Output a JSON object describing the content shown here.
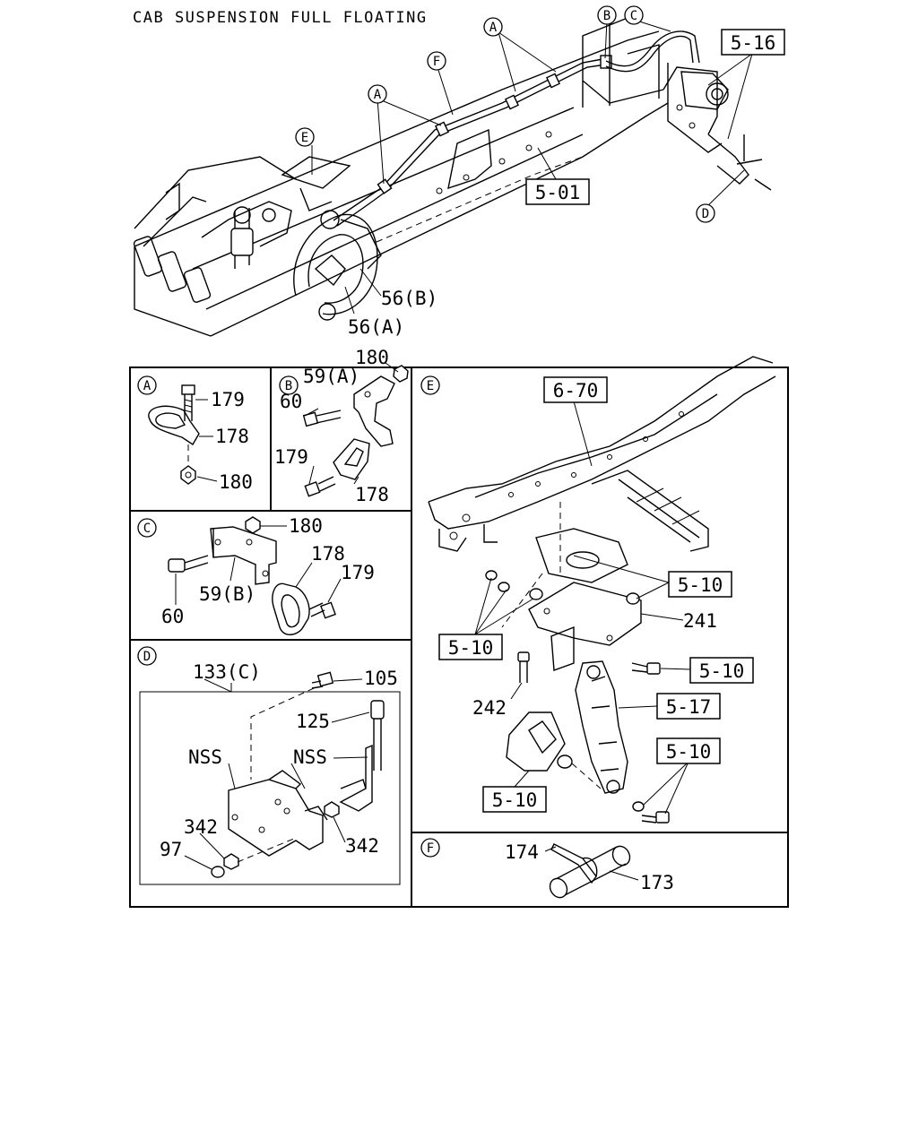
{
  "title": "CAB SUSPENSION FULL FLOATING",
  "main": {
    "callouts": {
      "a1": "A",
      "a2": "A",
      "b": "B",
      "c": "C",
      "d": "D",
      "e": "E",
      "f": "F"
    },
    "refs": {
      "r516": "5-16",
      "r501": "5-01"
    },
    "parts": {
      "p56b": "56(B)",
      "p56a": "56(A)"
    }
  },
  "panels": {
    "a": {
      "tag": "A",
      "p179": "179",
      "p178": "178",
      "p180": "180"
    },
    "b": {
      "tag": "B",
      "p180": "180",
      "p59a": "59(A)",
      "p60": "60",
      "p179": "179",
      "p178": "178"
    },
    "c": {
      "tag": "C",
      "p180": "180",
      "p178": "178",
      "p179": "179",
      "p59b": "59(B)",
      "p60": "60"
    },
    "d": {
      "tag": "D",
      "p133c": "133(C)",
      "p105": "105",
      "p125": "125",
      "nss1": "NSS",
      "nss2": "NSS",
      "p342a": "342",
      "p342b": "342",
      "p97": "97"
    },
    "e": {
      "tag": "E",
      "r670": "6-70",
      "r510a": "5-10",
      "r510b": "5-10",
      "p241": "241",
      "r510c": "5-10",
      "p242": "242",
      "r517": "5-17",
      "r510d": "5-10",
      "r510e": "5-10"
    },
    "f": {
      "tag": "F",
      "p174": "174",
      "p173": "173"
    }
  }
}
